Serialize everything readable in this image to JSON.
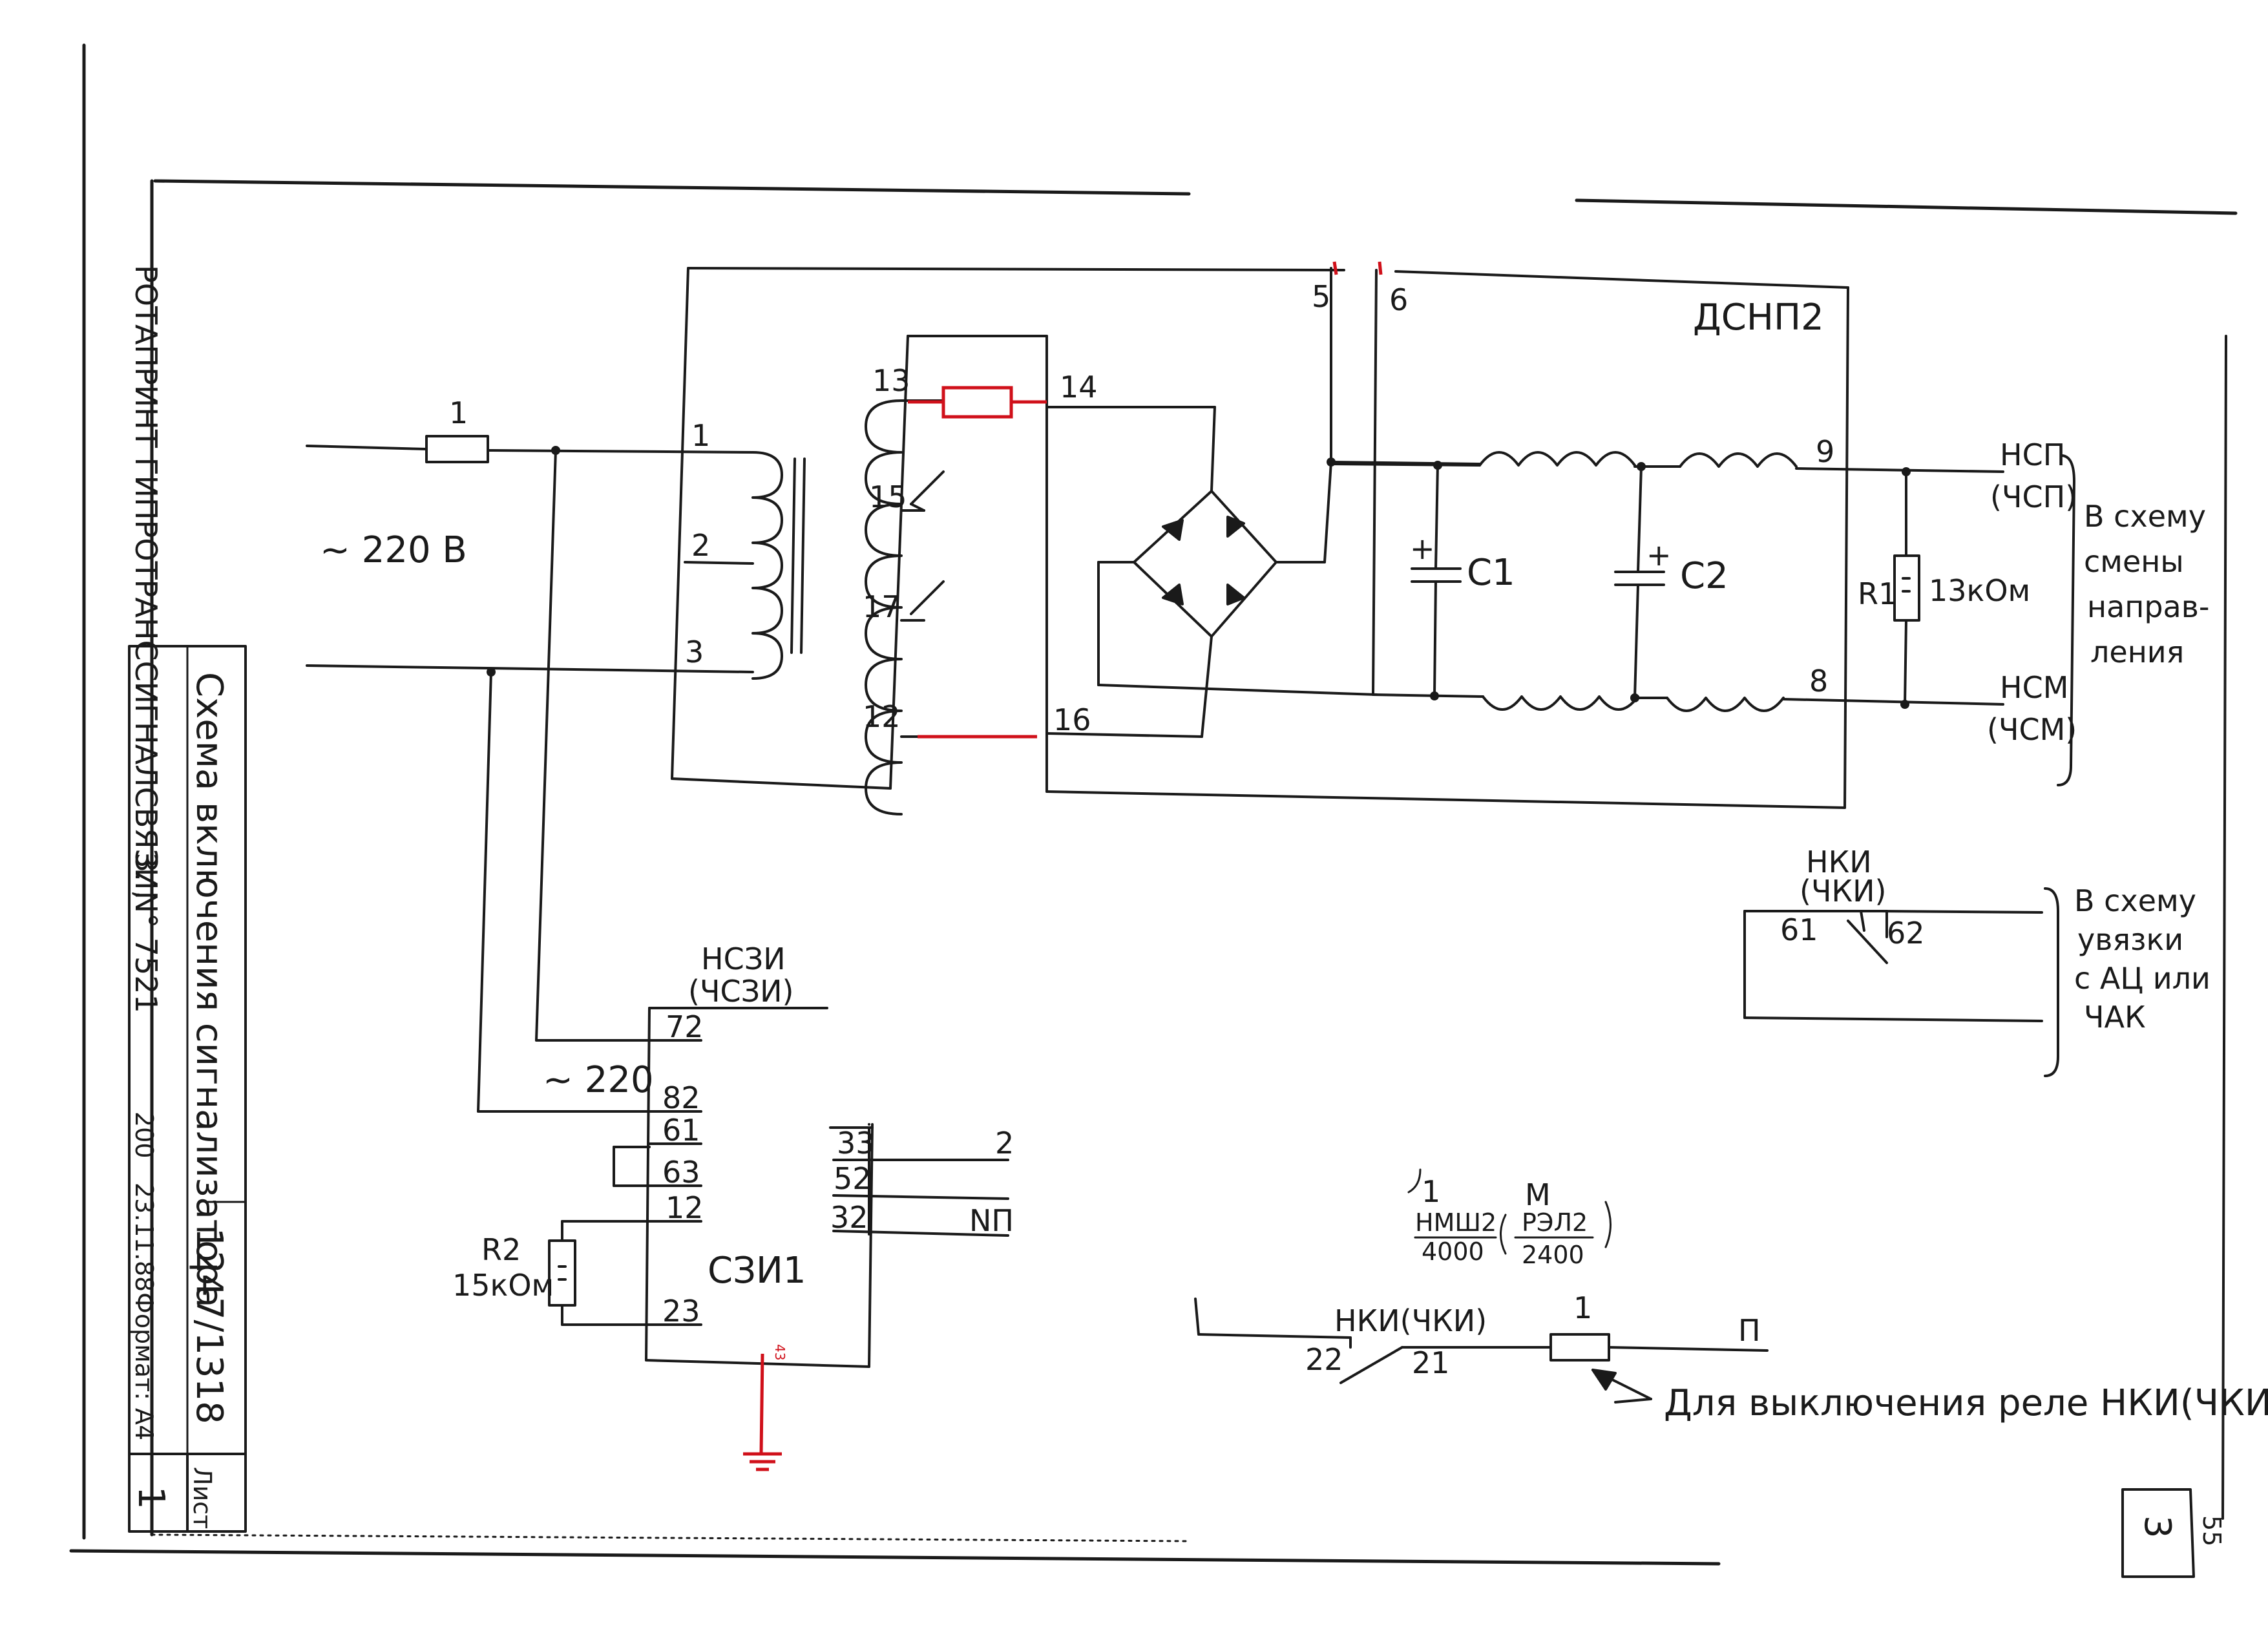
{
  "title_block": {
    "company": "РОТАПРИНТ ГИПРОТРАНССИГНАЛСВЯЗИ,",
    "order": "З. N° 7521",
    "copies": "200",
    "date": "23.11.88",
    "format": "Формат: А4",
    "drawing_title": "Схема включения сигнализатора",
    "drawing_number": "1247/1318",
    "sheet_label": "Лист",
    "sheet_number": "1"
  },
  "page_number": "3",
  "page_number_small": "55",
  "blocks": {
    "dsnp": "ДСНП2",
    "szi": "СЗИ1"
  },
  "terminals": {
    "dsnp": [
      "1",
      "2",
      "3",
      "13",
      "14",
      "15",
      "17",
      "12",
      "16",
      "5",
      "6",
      "9",
      "8"
    ],
    "szi": [
      "72",
      "82",
      "61",
      "63",
      "12",
      "23",
      "33",
      "52",
      "32"
    ]
  },
  "labels": {
    "fuse1": "1",
    "supply": "~ 220 В",
    "supply_szi": "~ 220",
    "c1": "С1",
    "c2": "С2",
    "r1": "R1",
    "r1_value": "13кОм",
    "nsp": "НСП",
    "chsp": "(ЧСП)",
    "nsm": "НСМ",
    "chsm": "(ЧСМ)",
    "to_direction": [
      "В схему",
      "смены",
      "направ-",
      "ления"
    ],
    "nszi": "НСЗИ",
    "chszi": "(ЧСЗИ)",
    "r2": "R2",
    "r2_value": "15кОм",
    "out_2": "2",
    "out_np": "NП",
    "nki_top": "НКИ",
    "chki_top": "(ЧКИ)",
    "contact_61": "61",
    "contact_62": "62",
    "to_link": [
      "В схему",
      "увязки",
      "с АЦ или",
      "ЧАК"
    ],
    "formula_1": "1",
    "formula_m": "М",
    "formula_num": "НМШ2",
    "formula_den": "4000",
    "formula_alt_num": "РЭЛ2",
    "formula_alt_den": "2400",
    "nki_bottom": "НКИ(ЧКИ)",
    "contact_22": "22",
    "contact_21": "21",
    "fuse_bottom": "1",
    "line_p": "П",
    "note": "Для выключения реле НКИ(ЧКИ)",
    "ground": "43"
  },
  "colors": {
    "ink": "#1a1a1a",
    "markup": "#d0101a"
  }
}
